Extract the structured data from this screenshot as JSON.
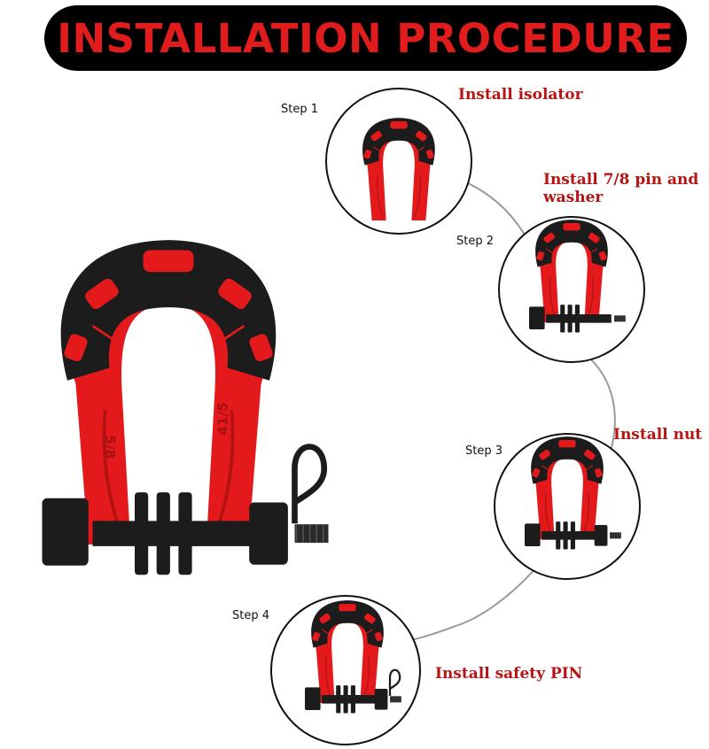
{
  "header": {
    "title": "INSTALLATION PROCEDURE"
  },
  "colors": {
    "shackle_red": "#e3191b",
    "isolator_black": "#1c1c1c",
    "caption_red": "#b81313",
    "banner_bg": "#000000",
    "connector": "#9a9a9a"
  },
  "shackle_markings": {
    "size": "5/8",
    "capacity": "41/5"
  },
  "steps": [
    {
      "label": "Step 1",
      "caption": "Install isolator"
    },
    {
      "label": "Step 2",
      "caption": "Install 7/8 pin and washer"
    },
    {
      "label": "Step 3",
      "caption": "Install nut"
    },
    {
      "label": "Step 4",
      "caption": "Install safety PIN"
    }
  ]
}
